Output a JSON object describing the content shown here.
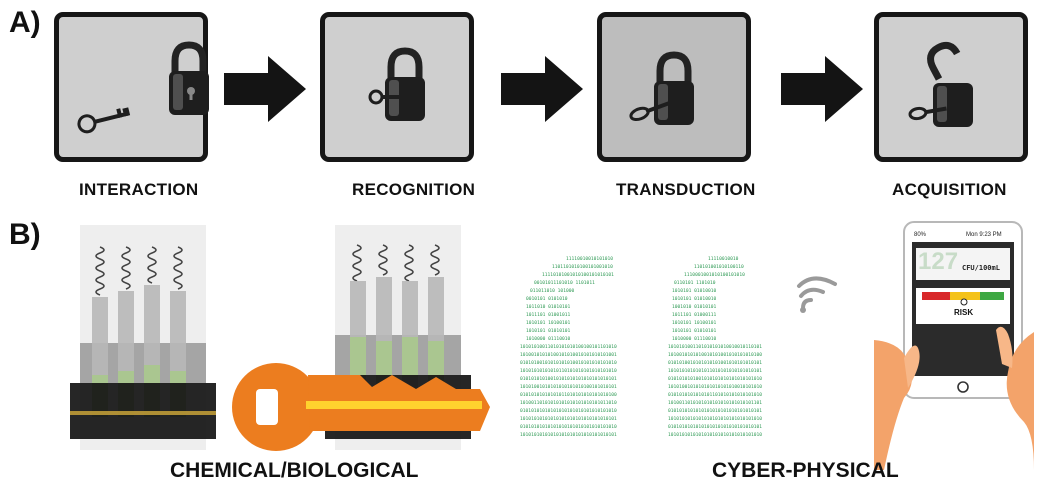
{
  "panel_a": {
    "label": "A)",
    "stages": [
      {
        "label": "INTERACTION"
      },
      {
        "label": "RECOGNITION"
      },
      {
        "label": "TRANSDUCTION"
      },
      {
        "label": "ACQUISITION"
      }
    ]
  },
  "panel_b": {
    "label": "B)",
    "left_caption": "CHEMICAL/BIOLOGICAL",
    "right_caption": "CYBER-PHYSICAL",
    "phone": {
      "status_wifi": "80%",
      "status_time": "Mon 9:23 PM",
      "reading_value": "127",
      "reading_unit": "CFU/100mL",
      "risk_label": "RISK"
    },
    "binary_text": "1110101010010101001110010100101011010101010010101010100101100101011001001010100101010101001110101001010011010"
  },
  "colors": {
    "key_orange": "#ec7d1f",
    "key_yellow": "#ffd22e",
    "binary_green": "#2f9a55",
    "lock_dark": "#1a1a1a",
    "risk_red": "#d8282a",
    "risk_yellow": "#f4c21a",
    "risk_green": "#3ea843"
  },
  "icons": [
    "key-icon",
    "padlock-icon",
    "arrow-right-icon",
    "wifi-signal-icon",
    "tablet-icon",
    "hand-icon"
  ]
}
